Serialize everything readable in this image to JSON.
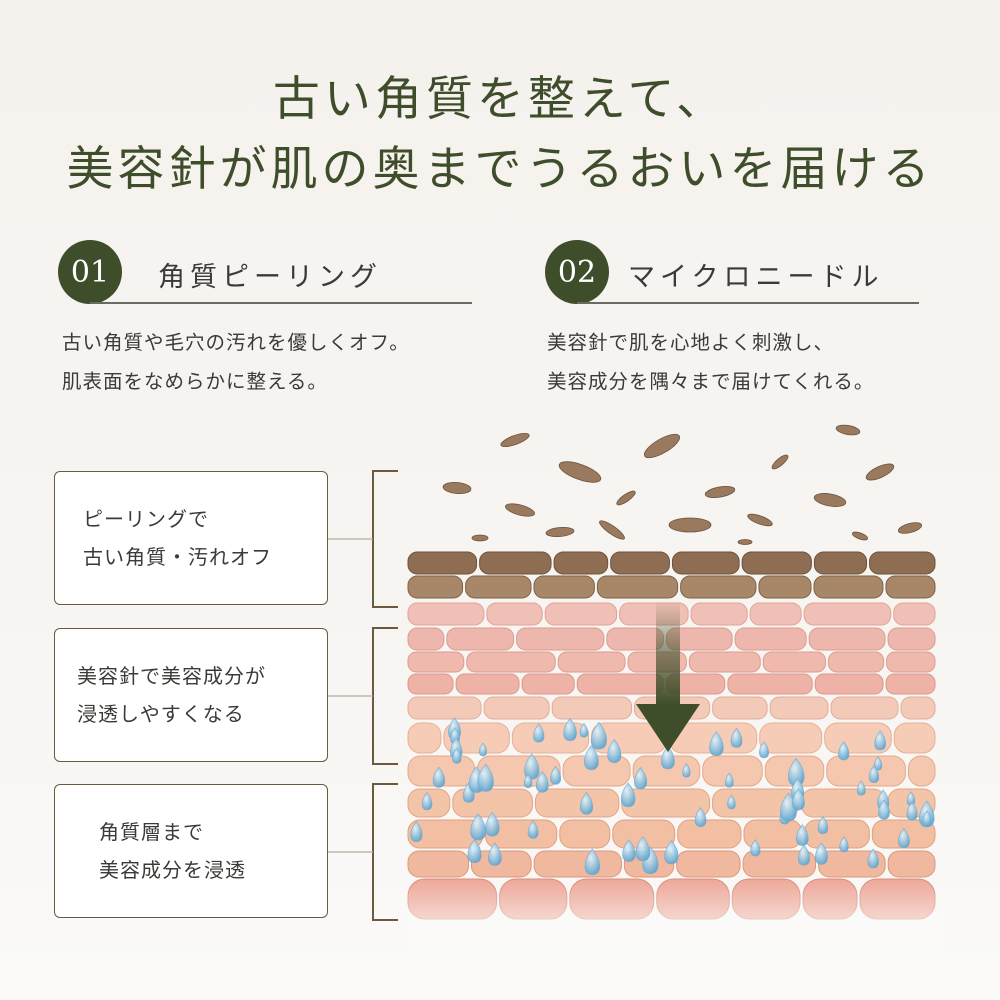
{
  "headline": {
    "line1": "古い角質を整えて、",
    "line2": "美容針が肌の奥までうるおいを届ける"
  },
  "steps": [
    {
      "number": "01",
      "title": "角質ピーリング",
      "desc_line1": "古い角質や毛穴の汚れを優しくオフ。",
      "desc_line2": "肌表面をなめらかに整える。"
    },
    {
      "number": "02",
      "title": "マイクロニードル",
      "desc_line1": "美容針で肌を心地よく刺激し、",
      "desc_line2": "美容成分を隅々まで届けてくれる。"
    }
  ],
  "labels": [
    {
      "line1": "ピーリングで",
      "line2": "古い角質・汚れオフ"
    },
    {
      "line1": "美容針で美容成分が",
      "line2": "浸透しやすくなる"
    },
    {
      "line1": "角質層まで",
      "line2": "美容成分を浸透"
    }
  ],
  "colors": {
    "brand_green": "#3f4e2a",
    "bracket_brown": "#6b5a3e",
    "flake_brown": "#9a7a5e",
    "skin_pink": "#eeb7ad",
    "skin_peach": "#f4c5a6",
    "droplet_blue": "#8fc3e0"
  },
  "icons": {
    "arrow": "down-arrow-icon",
    "droplet": "droplet-icon",
    "flake": "skin-flake-icon"
  }
}
